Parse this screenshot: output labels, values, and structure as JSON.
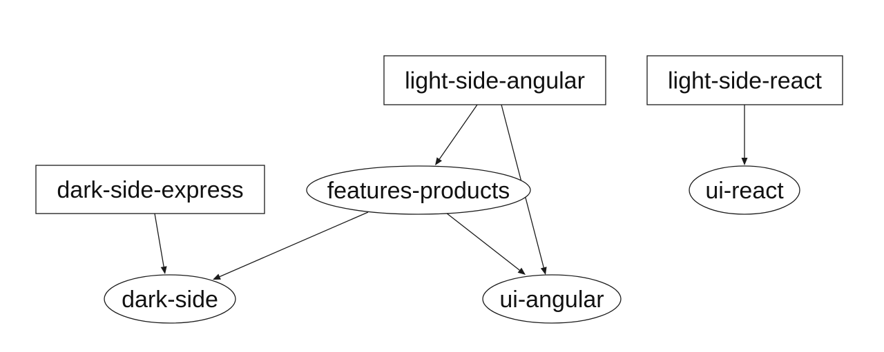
{
  "diagram": {
    "type": "dependency-graph",
    "nodes": [
      {
        "id": "light-side-angular",
        "label": "light-side-angular",
        "shape": "box"
      },
      {
        "id": "light-side-react",
        "label": "light-side-react",
        "shape": "box"
      },
      {
        "id": "dark-side-express",
        "label": "dark-side-express",
        "shape": "box"
      },
      {
        "id": "features-products",
        "label": "features-products",
        "shape": "ellipse"
      },
      {
        "id": "ui-react",
        "label": "ui-react",
        "shape": "ellipse"
      },
      {
        "id": "dark-side",
        "label": "dark-side",
        "shape": "ellipse"
      },
      {
        "id": "ui-angular",
        "label": "ui-angular",
        "shape": "ellipse"
      }
    ],
    "edges": [
      {
        "from": "light-side-angular",
        "to": "features-products"
      },
      {
        "from": "light-side-angular",
        "to": "ui-angular"
      },
      {
        "from": "light-side-react",
        "to": "ui-react"
      },
      {
        "from": "dark-side-express",
        "to": "dark-side"
      },
      {
        "from": "features-products",
        "to": "dark-side"
      },
      {
        "from": "features-products",
        "to": "ui-angular"
      }
    ]
  }
}
